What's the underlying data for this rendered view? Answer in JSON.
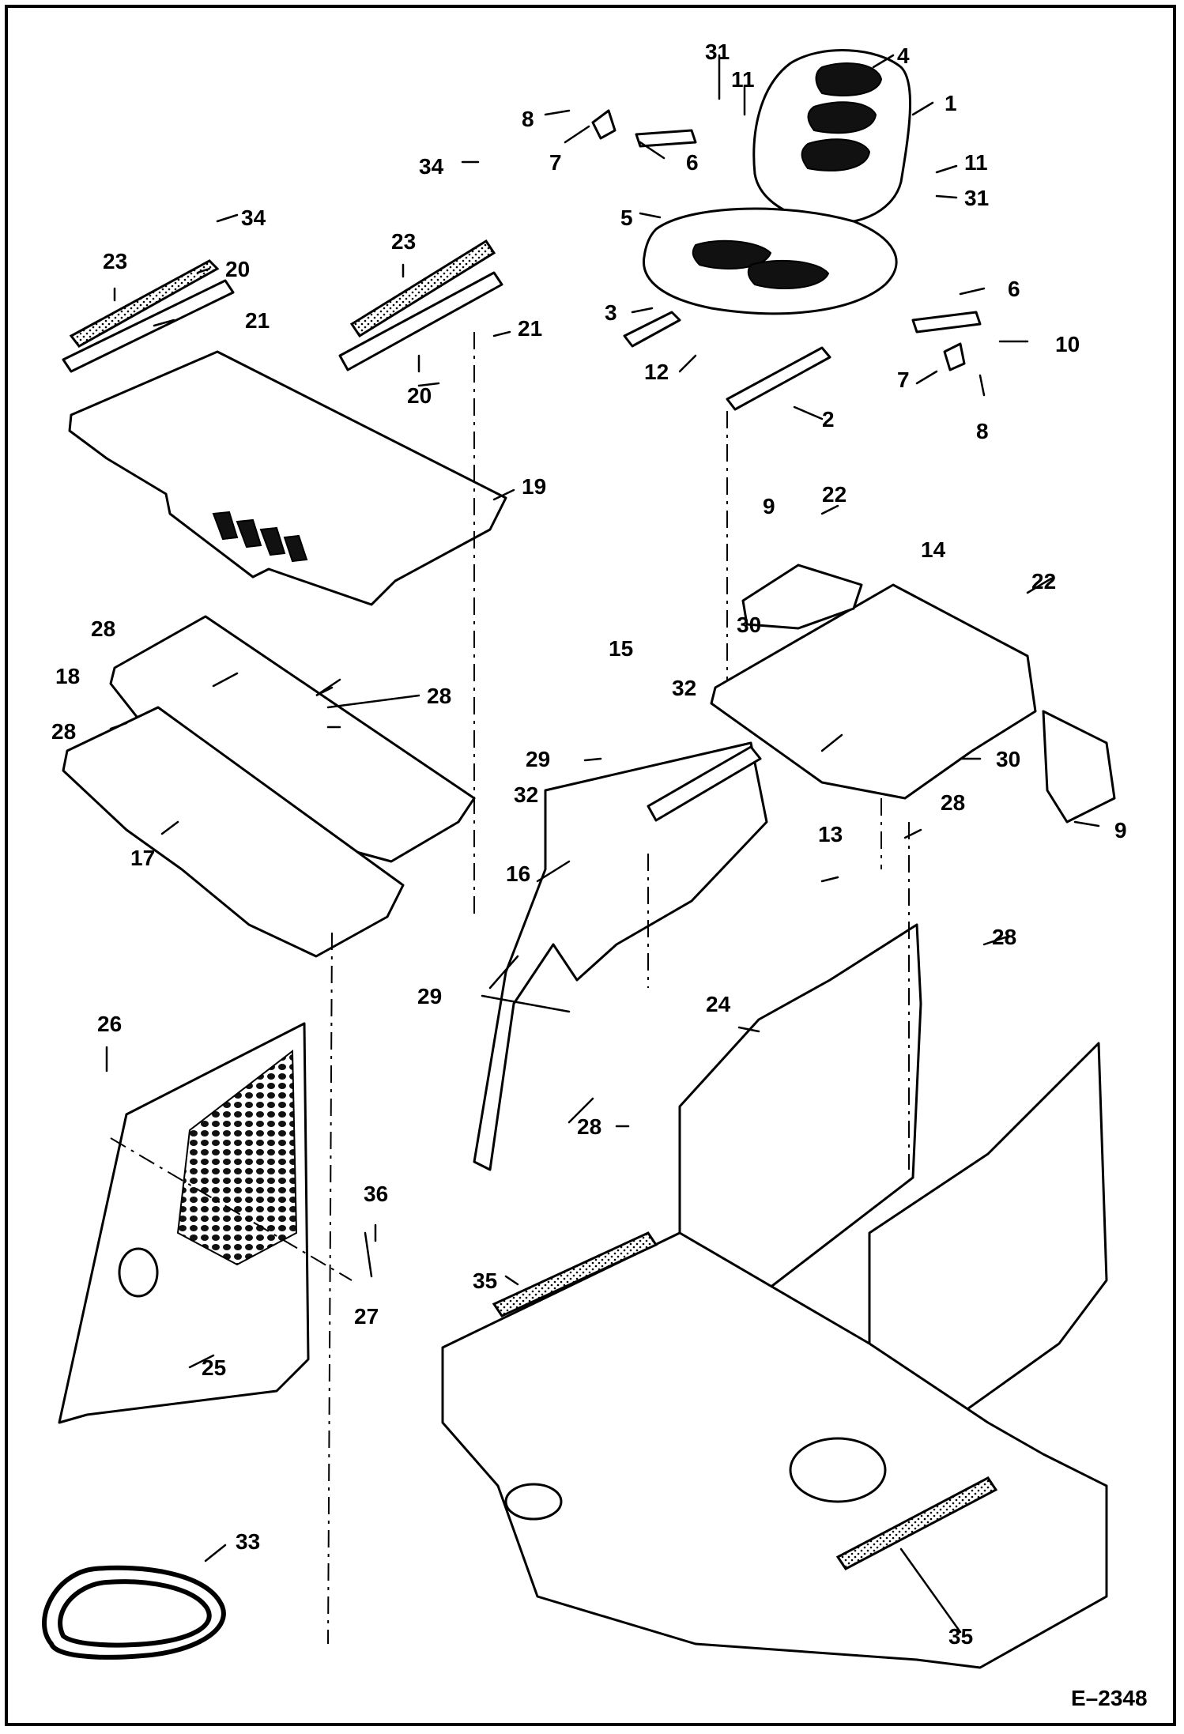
{
  "drawing_ref": "E–2348",
  "callouts": [
    {
      "id": "c1",
      "label": "1"
    },
    {
      "id": "c2",
      "label": "2"
    },
    {
      "id": "c3",
      "label": "3"
    },
    {
      "id": "c4",
      "label": "4"
    },
    {
      "id": "c5",
      "label": "5"
    },
    {
      "id": "c6a",
      "label": "6"
    },
    {
      "id": "c6b",
      "label": "6"
    },
    {
      "id": "c7a",
      "label": "7"
    },
    {
      "id": "c7b",
      "label": "7"
    },
    {
      "id": "c8a",
      "label": "8"
    },
    {
      "id": "c8b",
      "label": "8"
    },
    {
      "id": "c9a",
      "label": "9"
    },
    {
      "id": "c9b",
      "label": "9"
    },
    {
      "id": "c10",
      "label": "10"
    },
    {
      "id": "c11a",
      "label": "11"
    },
    {
      "id": "c11b",
      "label": "11"
    },
    {
      "id": "c12",
      "label": "12"
    },
    {
      "id": "c13",
      "label": "13"
    },
    {
      "id": "c14",
      "label": "14"
    },
    {
      "id": "c15",
      "label": "15"
    },
    {
      "id": "c16",
      "label": "16"
    },
    {
      "id": "c17",
      "label": "17"
    },
    {
      "id": "c18",
      "label": "18"
    },
    {
      "id": "c19",
      "label": "19"
    },
    {
      "id": "c20a",
      "label": "20"
    },
    {
      "id": "c20b",
      "label": "20"
    },
    {
      "id": "c21a",
      "label": "21"
    },
    {
      "id": "c21b",
      "label": "21"
    },
    {
      "id": "c22a",
      "label": "22"
    },
    {
      "id": "c22b",
      "label": "22"
    },
    {
      "id": "c23a",
      "label": "23"
    },
    {
      "id": "c23b",
      "label": "23"
    },
    {
      "id": "c24",
      "label": "24"
    },
    {
      "id": "c25",
      "label": "25"
    },
    {
      "id": "c26",
      "label": "26"
    },
    {
      "id": "c27",
      "label": "27"
    },
    {
      "id": "c28a",
      "label": "28"
    },
    {
      "id": "c28b",
      "label": "28"
    },
    {
      "id": "c28c",
      "label": "28"
    },
    {
      "id": "c28d",
      "label": "28"
    },
    {
      "id": "c28e",
      "label": "28"
    },
    {
      "id": "c28f",
      "label": "28"
    },
    {
      "id": "c29a",
      "label": "29"
    },
    {
      "id": "c29b",
      "label": "29"
    },
    {
      "id": "c30a",
      "label": "30"
    },
    {
      "id": "c30b",
      "label": "30"
    },
    {
      "id": "c31a",
      "label": "31"
    },
    {
      "id": "c31b",
      "label": "31"
    },
    {
      "id": "c32a",
      "label": "32"
    },
    {
      "id": "c32b",
      "label": "32"
    },
    {
      "id": "c33",
      "label": "33"
    },
    {
      "id": "c34a",
      "label": "34"
    },
    {
      "id": "c34b",
      "label": "34"
    },
    {
      "id": "c35a",
      "label": "35"
    },
    {
      "id": "c35b",
      "label": "35"
    },
    {
      "id": "c36",
      "label": "36"
    }
  ]
}
